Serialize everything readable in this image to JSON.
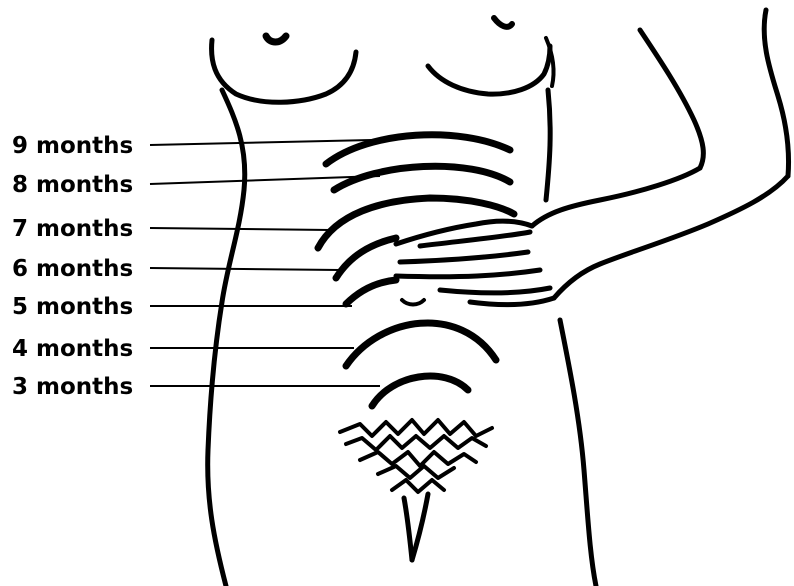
{
  "figure": {
    "labels": [
      {
        "text": "9 months",
        "month": 9
      },
      {
        "text": "8 months",
        "month": 8
      },
      {
        "text": "7 months",
        "month": 7
      },
      {
        "text": "6 months",
        "month": 6
      },
      {
        "text": "5 months",
        "month": 5
      },
      {
        "text": "4 months",
        "month": 4
      },
      {
        "text": "3 months",
        "month": 3
      }
    ],
    "colors": {
      "ink": "#000000",
      "background": "#ffffff"
    }
  }
}
